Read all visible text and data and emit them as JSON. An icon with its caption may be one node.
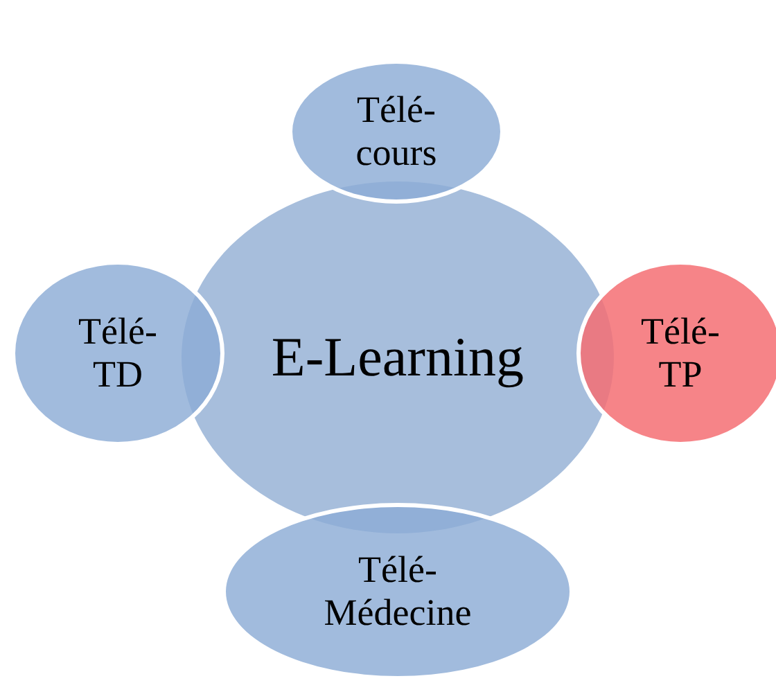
{
  "diagram": {
    "nodes": [
      {
        "text": [
          "E-Learning"
        ]
      },
      {
        "text": [
          "Télé- cours"
        ]
      },
      {
        "text": [
          "Télé- TD"
        ]
      },
      {
        "text": [
          "Télé- TP"
        ]
      },
      {
        "text": [
          "Télé- Médecine"
        ]
      }
    ]
  }
}
